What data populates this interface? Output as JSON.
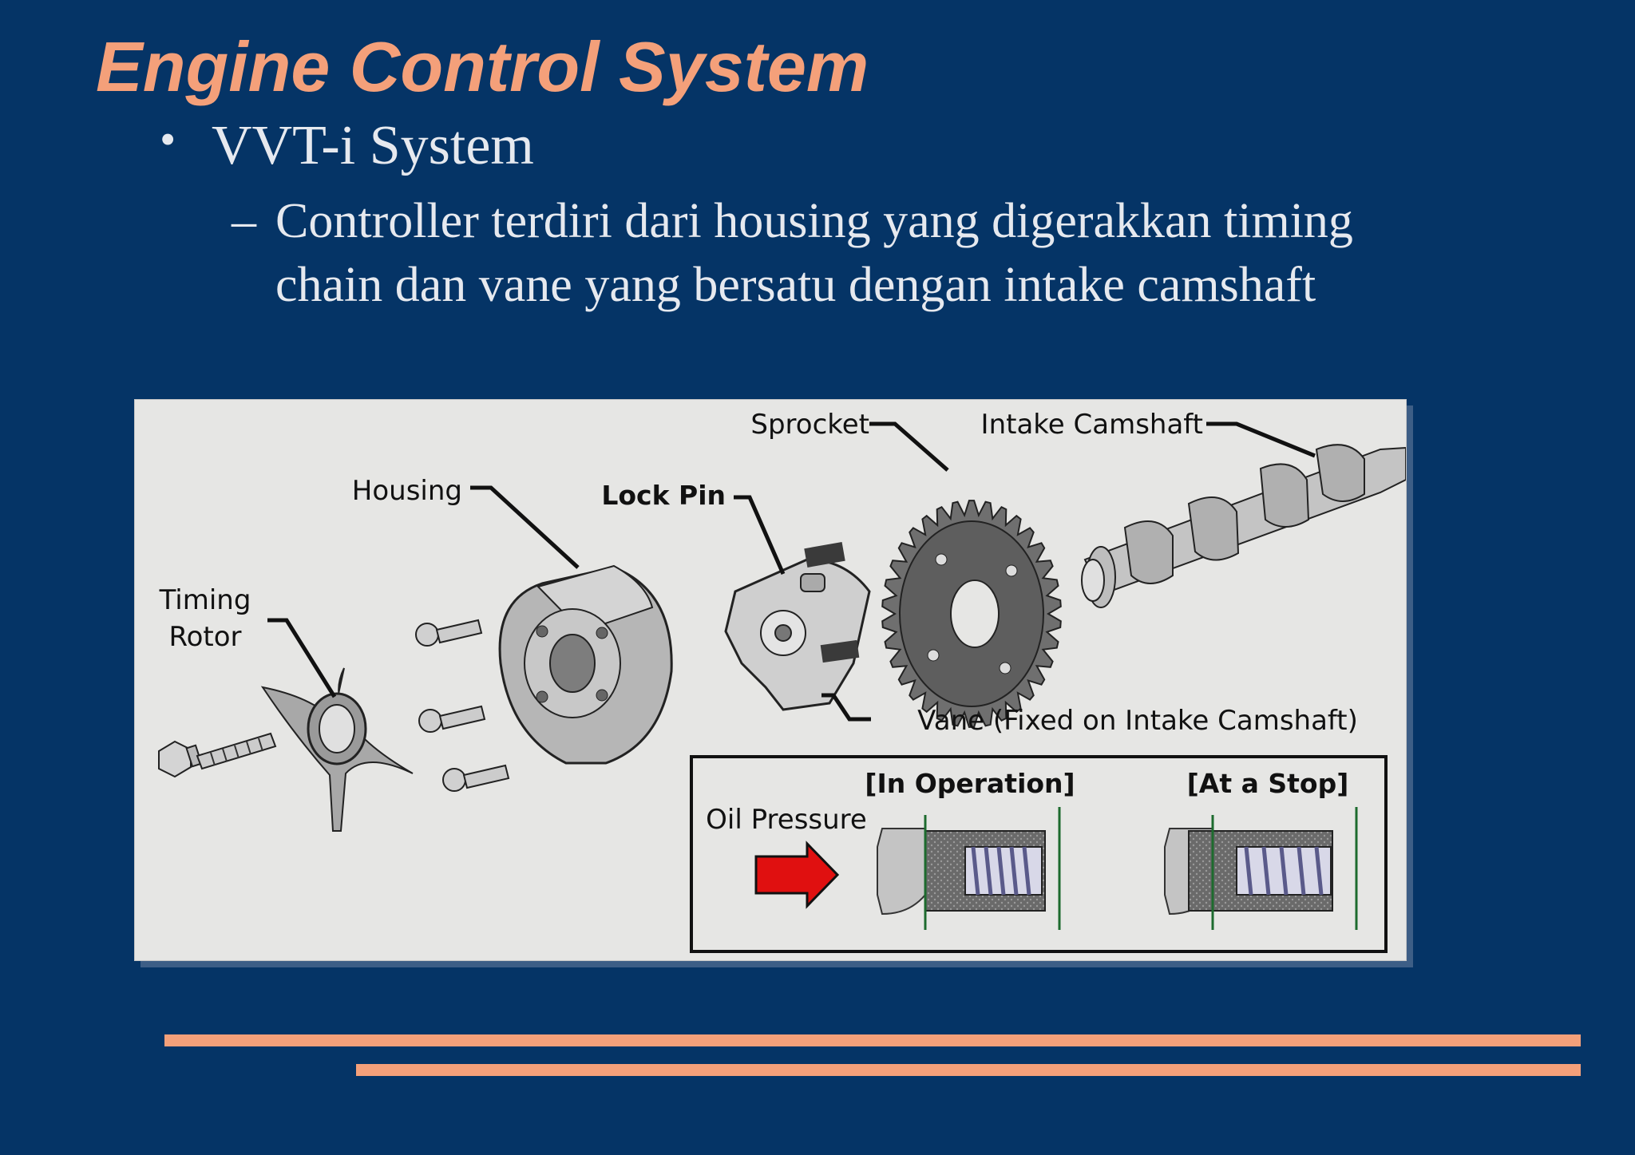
{
  "slide": {
    "title": "Engine Control System",
    "bullet": "VVT-i System",
    "sub_bullet": "Controller terdiri dari housing yang digerakkan timing chain dan vane yang bersatu dengan intake camshaft"
  },
  "figure": {
    "labels": {
      "sprocket": "Sprocket",
      "intake_camshaft": "Intake Camshaft",
      "housing": "Housing",
      "lock_pin": "Lock Pin",
      "timing": "Timing",
      "rotor": "Rotor",
      "vane": "Vane (Fixed on Intake Camshaft)"
    },
    "inset": {
      "in_operation": "[In Operation]",
      "at_a_stop": "[At a Stop]",
      "oil_pressure": "Oil Pressure"
    }
  },
  "colors": {
    "background": "#053466",
    "accent": "#f4a07a",
    "text": "#e6e9ef",
    "arrow": "#e01010"
  }
}
